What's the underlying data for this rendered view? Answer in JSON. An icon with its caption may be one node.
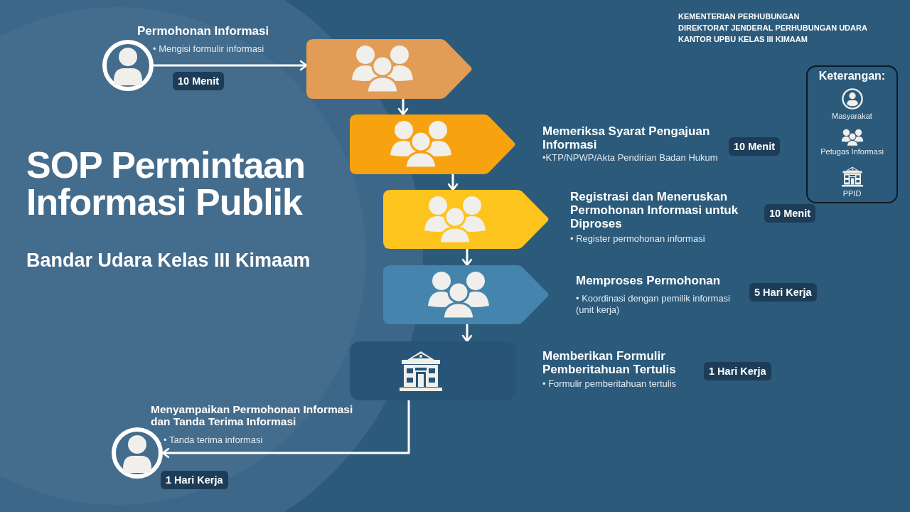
{
  "diagram": {
    "title": "SOP Permintaan Informasi Publik",
    "nodes": [
      {
        "text": [],
        "shape": "person",
        "beside": [
          "Permohonan Informasi",
          "• Mengisi formulir informasi",
          "10 Menit"
        ]
      },
      {
        "text": [],
        "shape": "box"
      },
      {
        "text": [],
        "shape": "box",
        "beside": [
          "Memeriksa Syarat Pengajuan Informasi",
          "•KTP/NPWP/Akta Pendirian Badan Hukum",
          "10 Menit"
        ]
      },
      {
        "text": [],
        "shape": "box",
        "beside": [
          "Registrasi dan Meneruskan Permohonan Informasi untuk Diproses",
          "• Register permohonan informasi",
          "10 Menit"
        ]
      },
      {
        "text": [],
        "shape": "box",
        "beside": [
          "Memproses Permohonan",
          "• Koordinasi dengan pemilik informasi (unit kerja)",
          "5 Hari Kerja"
        ]
      },
      {
        "text": [],
        "shape": "box",
        "beside": [
          "Memberikan Formulir Pemberitahuan Tertulis",
          "• Formulir pemberitahuan tertulis",
          "1 Hari Kerja"
        ]
      },
      {
        "text": [],
        "shape": "person",
        "beside": [
          "Menyampaikan Permohonan Informasi dan Tanda Terima Informasi",
          "• Tanda terima informasi",
          "1 Hari Kerja"
        ]
      }
    ],
    "edges": [
      {
        "from": 0,
        "to": 1,
        "arrow": "to"
      },
      {
        "from": 1,
        "to": 2,
        "arrow": "to"
      },
      {
        "from": 2,
        "to": 3,
        "arrow": "to"
      },
      {
        "from": 3,
        "to": 4,
        "arrow": "to"
      },
      {
        "from": 4,
        "to": 5,
        "arrow": "to"
      },
      {
        "from": 5,
        "to": 6,
        "arrow": "to"
      }
    ],
    "labels": [
      "KEMENTERIAN PERHUBUNGAN",
      "DIREKTORAT JENDERAL PERHUBUNGAN UDARA",
      "KANTOR UPBU KELAS III KIMAAM",
      "Bandar Udara Kelas III Kimaam",
      "Keterangan:"
    ],
    "legend": [
      {
        "text": "Masyarakat"
      },
      {
        "text": "Petugas Informasi"
      },
      {
        "text": "PPID"
      }
    ]
  }
}
